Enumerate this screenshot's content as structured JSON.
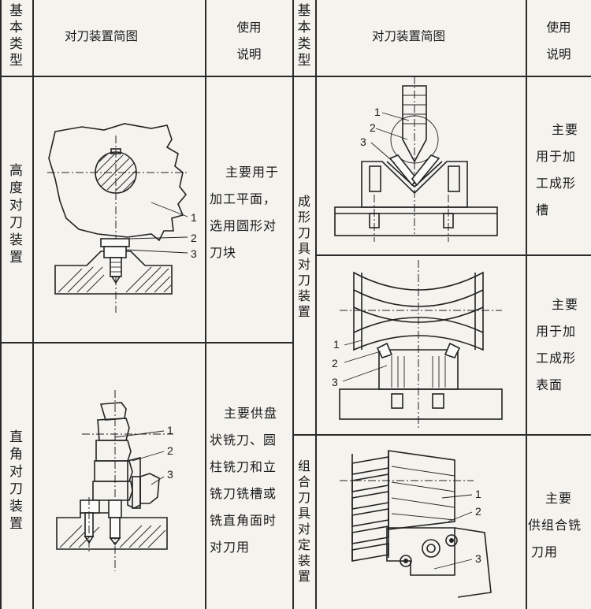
{
  "header": {
    "type_label": [
      "基",
      "本",
      "类",
      "型"
    ],
    "diagram_label": "对刀装置简图",
    "usage_label": [
      "使用",
      "说明"
    ]
  },
  "rows": {
    "height": {
      "type_chars": [
        "高",
        "度",
        "对",
        "刀",
        "装",
        "置"
      ],
      "usage_lines": [
        "主要用于",
        "加工平面，",
        "选用圆形对",
        "刀块"
      ],
      "callouts": [
        "1",
        "2",
        "3"
      ]
    },
    "right_angle": {
      "type_chars": [
        "直",
        "角",
        "对",
        "刀",
        "装",
        "置"
      ],
      "usage_lines": [
        "主要供盘",
        "状铣刀、圆",
        "柱铣刀和立",
        "铣刀铣槽或",
        "铣直角面时",
        "对刀用"
      ],
      "callouts": [
        "1",
        "2",
        "3"
      ]
    },
    "form_slot": {
      "usage_lines": [
        "主要",
        "用于加",
        "工成形",
        "槽"
      ],
      "callouts": [
        "1",
        "2",
        "3"
      ]
    },
    "form_surface": {
      "usage_lines": [
        "主要",
        "用于加",
        "工成形",
        "表面"
      ],
      "callouts": [
        "1",
        "2",
        "3"
      ]
    },
    "form_type_chars": [
      "成",
      "形",
      "刀",
      "具",
      "对",
      "刀",
      "装",
      "置"
    ],
    "combo": {
      "type_chars": [
        "组",
        "合",
        "刀",
        "具",
        "对",
        "定",
        "装",
        "置"
      ],
      "usage_lines": [
        "主要",
        "供组合铣",
        "刀用"
      ],
      "callouts": [
        "1",
        "2",
        "3"
      ]
    }
  }
}
